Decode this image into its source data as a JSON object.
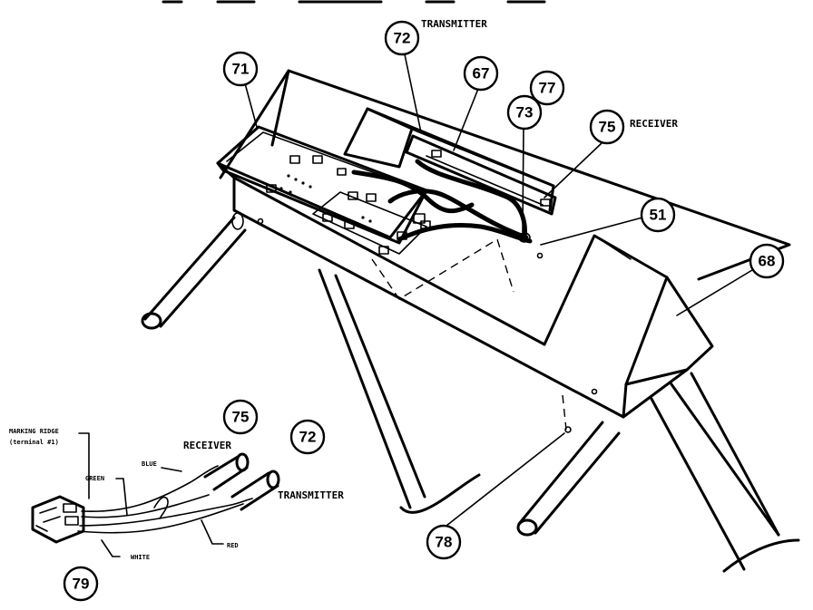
{
  "callouts": {
    "c71": "71",
    "c72_top": "72",
    "c67": "67",
    "c77": "77",
    "c73": "73",
    "c75_top": "75",
    "c51": "51",
    "c68": "68",
    "c75_bottom": "75",
    "c72_bottom": "72",
    "c78": "78",
    "c79": "79"
  },
  "labels": {
    "transmitter_top": "TRANSMITTER",
    "receiver_top": "RECEIVER",
    "receiver_bottom": "RECEIVER",
    "transmitter_bottom": "TRANSMITTER",
    "marking_ridge": "MARKING RIDGE",
    "terminal": "(terminal #1)",
    "green": "GREEN",
    "blue": "BLUE",
    "white": "WHITE",
    "red": "RED"
  }
}
